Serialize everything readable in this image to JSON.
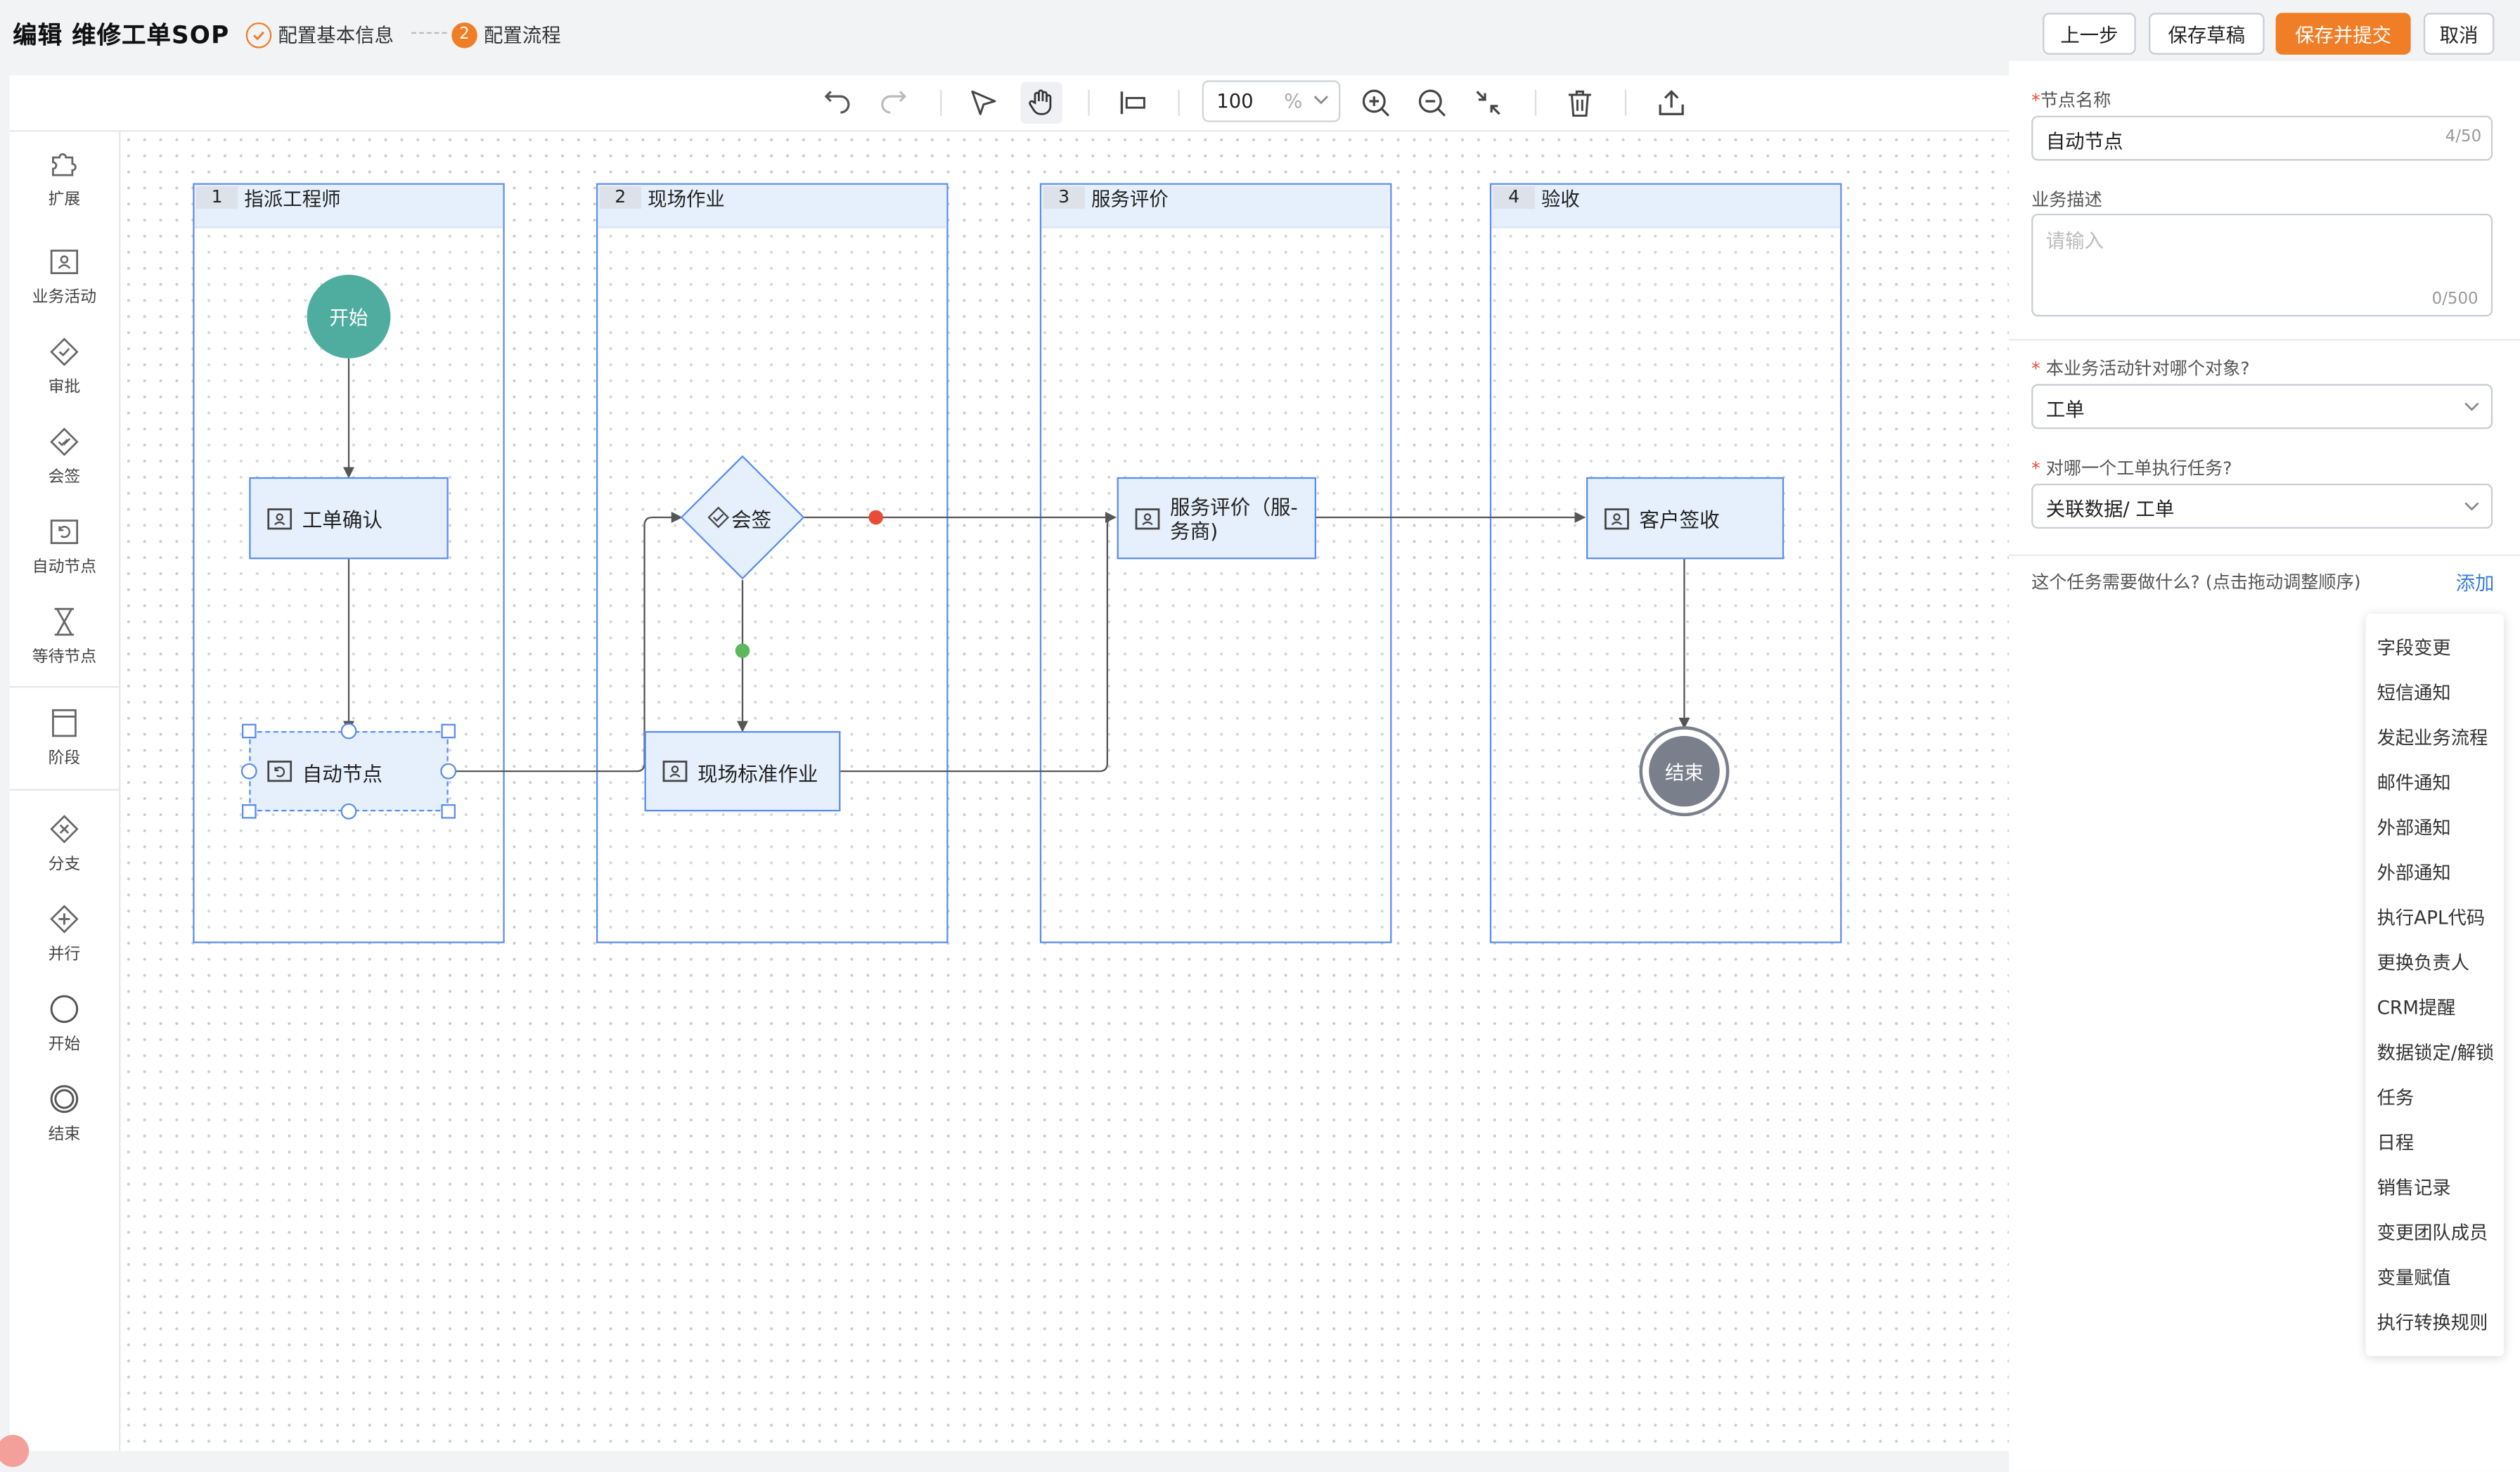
{
  "header": {
    "title": "编辑 维修工单SOP",
    "steps": [
      {
        "label": "配置基本信息",
        "status": "done"
      },
      {
        "label": "配置流程",
        "number": "2",
        "status": "current"
      }
    ],
    "buttons": {
      "prev": "上一步",
      "save_draft": "保存草稿",
      "save_submit": "保存并提交",
      "cancel": "取消"
    }
  },
  "toolbar": {
    "zoom_value": "100",
    "zoom_unit": "%"
  },
  "sidebar": {
    "items": [
      {
        "label": "扩展",
        "icon": "puzzle-icon"
      },
      {
        "label": "业务活动",
        "icon": "business-activity-icon"
      },
      {
        "label": "审批",
        "icon": "approval-icon"
      },
      {
        "label": "会签",
        "icon": "countersign-icon"
      },
      {
        "label": "自动节点",
        "icon": "auto-node-icon"
      },
      {
        "label": "等待节点",
        "icon": "hourglass-icon"
      },
      {
        "label": "阶段",
        "icon": "stage-icon"
      },
      {
        "label": "分支",
        "icon": "branch-icon"
      },
      {
        "label": "并行",
        "icon": "parallel-icon"
      },
      {
        "label": "开始",
        "icon": "start-circle-icon"
      },
      {
        "label": "结束",
        "icon": "end-circle-icon"
      }
    ]
  },
  "flow": {
    "lanes": [
      {
        "number": "1",
        "title": "指派工程师"
      },
      {
        "number": "2",
        "title": "现场作业"
      },
      {
        "number": "3",
        "title": "服务评价"
      },
      {
        "number": "4",
        "title": "验收"
      }
    ],
    "nodes": {
      "start": "开始",
      "order_confirm": "工单确认",
      "auto_node": "自动节点",
      "countersign": "会签",
      "onsite_standard": "现场标准作业",
      "service_eval_line1": "服务评价（服-",
      "service_eval_line2": "务商)",
      "customer_sign": "客户签收",
      "end": "结束"
    },
    "colors": {
      "lane_border": "#5b8def",
      "node_fill": "#e6f0fc",
      "start_fill": "#4fada0",
      "end_fill": "#7a7f8c",
      "red_dot": "#e94b35",
      "green_dot": "#5cb85c",
      "accent": "#f07e26"
    }
  },
  "panel": {
    "node_name": {
      "label": "节点名称",
      "value": "自动节点",
      "count": "4/50"
    },
    "description": {
      "label": "业务描述",
      "placeholder": "请输入",
      "count": "0/500"
    },
    "target_object": {
      "label": "本业务活动针对哪个对象?",
      "value": "工单"
    },
    "target_order": {
      "label": "对哪一个工单执行任务?",
      "value": "关联数据/ 工单"
    },
    "task": {
      "label": "这个任务需要做什么? (点击拖动调整顺序)",
      "add": "添加"
    },
    "menu_items": [
      "字段变更",
      "短信通知",
      "发起业务流程",
      "邮件通知",
      "外部通知",
      "外部通知",
      "执行APL代码",
      "更换负责人",
      "CRM提醒",
      "数据锁定/解锁",
      "任务",
      "日程",
      "销售记录",
      "变更团队成员",
      "变量赋值",
      "执行转换规则"
    ]
  }
}
